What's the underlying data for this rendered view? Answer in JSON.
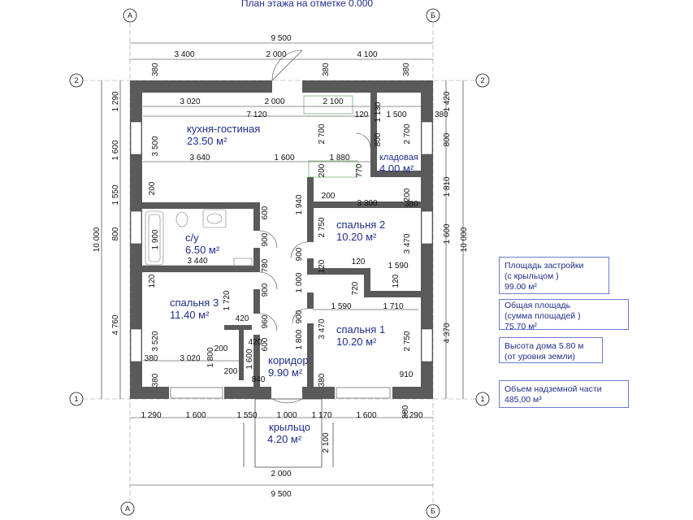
{
  "title": "План этажа на отметке 0.000",
  "axes": {
    "a": "А",
    "b": "Б",
    "one": "1",
    "two": "2"
  },
  "rooms": {
    "kitchen": {
      "name": "кухня-гостиная",
      "area": "23.50 м²"
    },
    "bath": {
      "name": "с/у",
      "area": "6.50 м²"
    },
    "pantry": {
      "name": "кладовая",
      "area": "4.00 м²"
    },
    "bed2": {
      "name": "спальня 2",
      "area": "10.20 м²"
    },
    "bed3": {
      "name": "спальня 3",
      "area": "11.40 м²"
    },
    "bed1": {
      "name": "спальня 1",
      "area": "10.20 м²"
    },
    "corridor": {
      "name": "коридор",
      "area": "9.90 м²"
    },
    "porch": {
      "name": "крыльцо",
      "area": "4.20 м²"
    }
  },
  "dims": {
    "top_total": "9 500",
    "top_1": "3 400",
    "top_2": "2 000",
    "top_3": "4 100",
    "bot_total": "9 500",
    "bot_1": "1 290",
    "bot_2": "1 600",
    "bot_3": "1 550",
    "bot_4": "1 000",
    "bot_5": "1 170",
    "bot_6": "1 600",
    "bot_7": "1 290",
    "left_1": "1 290",
    "left_2": "1 600",
    "left_3": "1 550",
    "left_4": "800",
    "left_5": "4 760",
    "left_total": "10 000",
    "right_1": "1 420",
    "right_2": "800",
    "right_3": "1 810",
    "right_4": "1 600",
    "right_5": "4 370",
    "right_total": "10 000",
    "d380": "380",
    "d3020": "3 020",
    "d2000": "2 000",
    "d2100": "2 100",
    "d7120": "7 120",
    "d120": "120",
    "d1500": "1 500",
    "d1130": "1 130",
    "d2700": "2 700",
    "d3500": "3 500",
    "d800": "800",
    "d3640": "3 640",
    "d1600": "1 600",
    "d1880": "1 880",
    "d770": "770",
    "d200": "200",
    "d1940": "1 940",
    "d3300": "3 300",
    "d600": "600",
    "d900": "900",
    "d1900": "1 900",
    "d2750": "2 750",
    "d3470": "3 470",
    "d3440": "3 440",
    "d780": "780",
    "d1590": "1 590",
    "d720": "720",
    "d1000": "1 000",
    "d1720": "1 720",
    "d1710": "1 710",
    "d420": "420",
    "d960": "960",
    "d3520": "3 520",
    "d1800": "1 800",
    "d840": "840",
    "d910": "910",
    "d2100b": "2 100",
    "d2000b": "2 000"
  },
  "info": {
    "build_area": {
      "l1": "Площадь застройки",
      "l2": "(с крыльцом )",
      "l3": "99.00 м²"
    },
    "total_area": {
      "l1": "Общая площадь",
      "l2": "(сумма площадей )",
      "l3": "75.70 м²"
    },
    "height": {
      "l1": "Высота дома  5.80 м",
      "l2": "(от уровня земли)"
    },
    "volume": {
      "l1": "Объем надземной части",
      "l2": "485,00 м³"
    }
  },
  "colors": {
    "wall": "#5a5a5a",
    "ink": "#1f2d8c",
    "frame": "#6a7bd0"
  }
}
